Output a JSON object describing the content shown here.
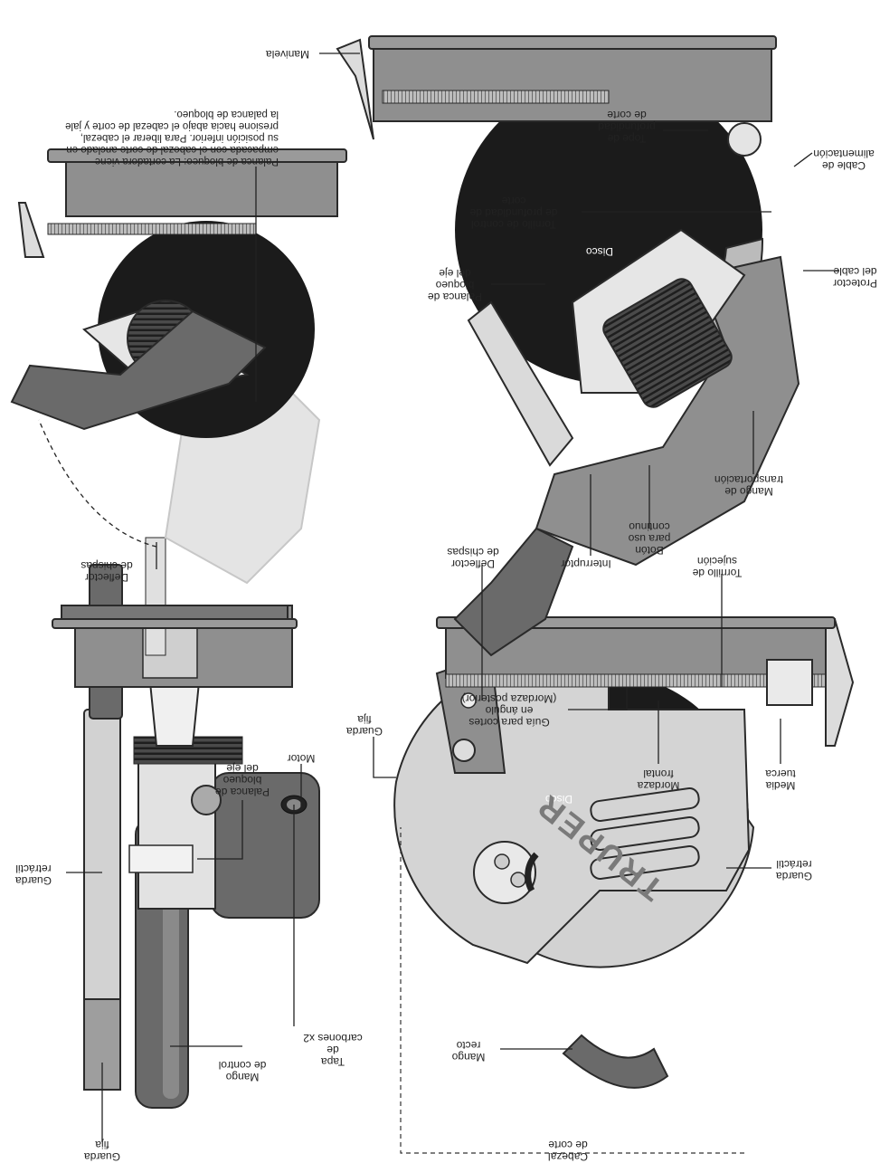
{
  "colors": {
    "body_dark": "#6a6a6a",
    "body_mid": "#8f8f8f",
    "guard_light": "#d2d2d2",
    "disc": "#1b1b1b",
    "outline": "#2a2a2a",
    "ghost": "#d8d8d8"
  },
  "brand": "TRUPER",
  "labels": {
    "mango_control": "Mango\nde control",
    "tapa_carbones": "Tapa\nde\ncarbones x2",
    "guarda_fija_side": "Guarda\nfija",
    "guarda_retractil_side": "Guarda\nretráctil",
    "motor": "Motor",
    "palanca_side": "Palanca de\nbloqueo\ndel eje",
    "deflector_left": "Deflector\nde chispas",
    "cabezal": "Cabezal\nde corte",
    "mango_recto": "Mango\nrecto",
    "guarda_retractil_front": "Guarda\nretráctil",
    "guarda_fija_front": "Guarda\nfija",
    "media_tuerca": "Media\ntuerca",
    "mordaza_frontal": "Mordaza\nfrontal",
    "guia_cortes": "Guía para cortes\nen ángulo\n(Mordaza posterior)",
    "disco_front": "Disco",
    "deflector_right": "Deflector\nde chispas",
    "interruptor": "Interruptor",
    "boton_uso": "Botón\npara uso\ncontinuo",
    "tornillo_sujecion": "Tornillo de\nsujeción",
    "mango_transporte": "Mango de\ntransportación",
    "palanca_top": "Palanca de\nbloqueo\ndel eje",
    "disco_top": "Disco",
    "protector_cable": "Protector\ndel cable",
    "tornillo_profundidad": "Tornillo de control\nde profundidad de\ncorte",
    "cable": "Cable de\nalimentación",
    "tope": "Tope de\nprofundidad\nde corte",
    "manivela": "Manivela",
    "nota_palanca": "Palanca de bloqueo: La cortadora viene empacada con el cabezal de corte anclado en su posición inferior. Para liberar el cabezal, presione hacia abajo el cabezal de corte y jale la palanca de bloqueo."
  }
}
